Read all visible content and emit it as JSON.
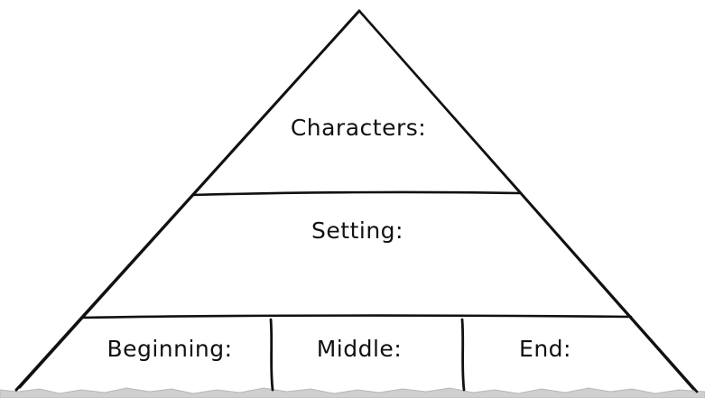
{
  "pyramid": {
    "top_label": "Characters:",
    "middle_label": "Setting:",
    "bottom_labels": {
      "left": "Beginning:",
      "center": "Middle:",
      "right": "End:"
    }
  },
  "colors": {
    "ink": "#111111",
    "paper_edge": "#c8c8c8",
    "background": "#ffffff"
  }
}
